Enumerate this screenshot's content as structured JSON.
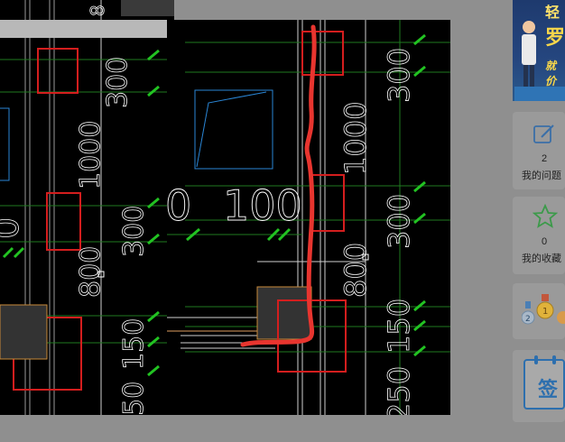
{
  "sidebar": {
    "banner": {
      "top_text": "轻",
      "big_text": "罗",
      "small_text": "就价"
    },
    "cards": [
      {
        "count": "2",
        "label": "我的问题",
        "icon": "pencil-icon"
      },
      {
        "count": "0",
        "label": "我的收藏",
        "icon": "star-icon"
      },
      {
        "count": "",
        "label": "",
        "icon": "medal-icons"
      },
      {
        "count": "",
        "label": "签",
        "icon": "calendar-sign-icon"
      }
    ]
  },
  "cad": {
    "dims_front": [
      "300",
      "1000",
      "300",
      "800",
      "150",
      "250",
      "100",
      "0"
    ],
    "dims_back": [
      "300",
      "1000",
      "300",
      "800",
      "150",
      "250"
    ],
    "colors": {
      "background": "#000000",
      "dimension": "#ffffff",
      "gridline": "#1f7a1f",
      "tick": "#22c322",
      "rect": "#d41e1e",
      "sketch": "#e8352f",
      "blue": "#2a86d6"
    }
  }
}
